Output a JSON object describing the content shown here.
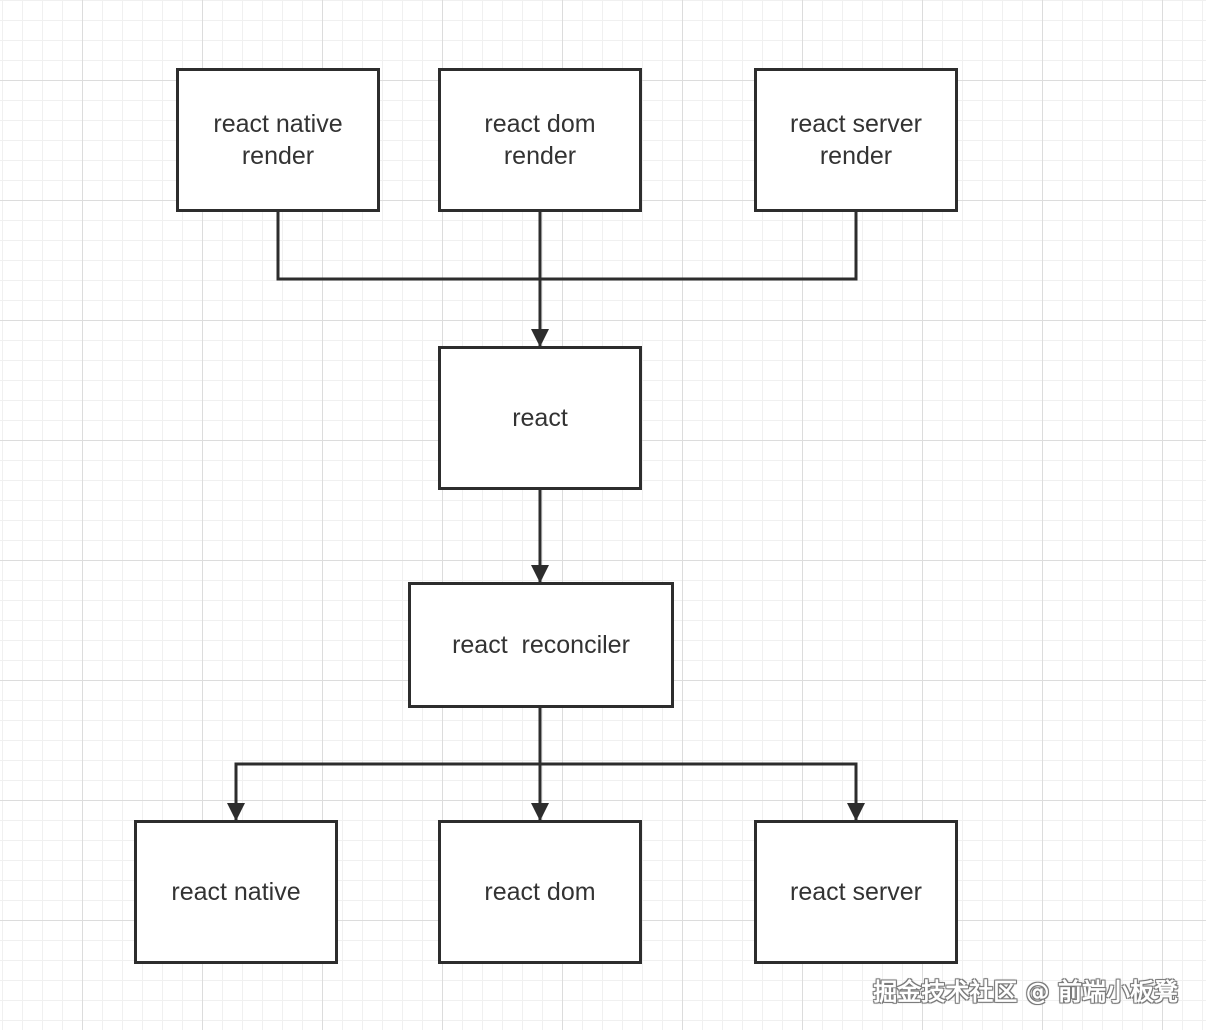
{
  "diagram": {
    "nodes": {
      "rn_render": "react native\nrender",
      "dom_render": "react dom\nrender",
      "server_render": "react server\nrender",
      "react": "react",
      "reconciler": "react  reconciler",
      "rn": "react native",
      "dom": "react dom",
      "server": "react server"
    },
    "edges": [
      {
        "from": "rn_render",
        "to": "react"
      },
      {
        "from": "dom_render",
        "to": "react"
      },
      {
        "from": "server_render",
        "to": "react"
      },
      {
        "from": "react",
        "to": "reconciler"
      },
      {
        "from": "reconciler",
        "to": "rn"
      },
      {
        "from": "reconciler",
        "to": "dom"
      },
      {
        "from": "reconciler",
        "to": "server"
      }
    ]
  },
  "watermark": "掘金技术社区 @ 前端小板凳",
  "colors": {
    "stroke": "#2d2d2d",
    "text": "#333333",
    "grid": "#dcdcdc"
  }
}
